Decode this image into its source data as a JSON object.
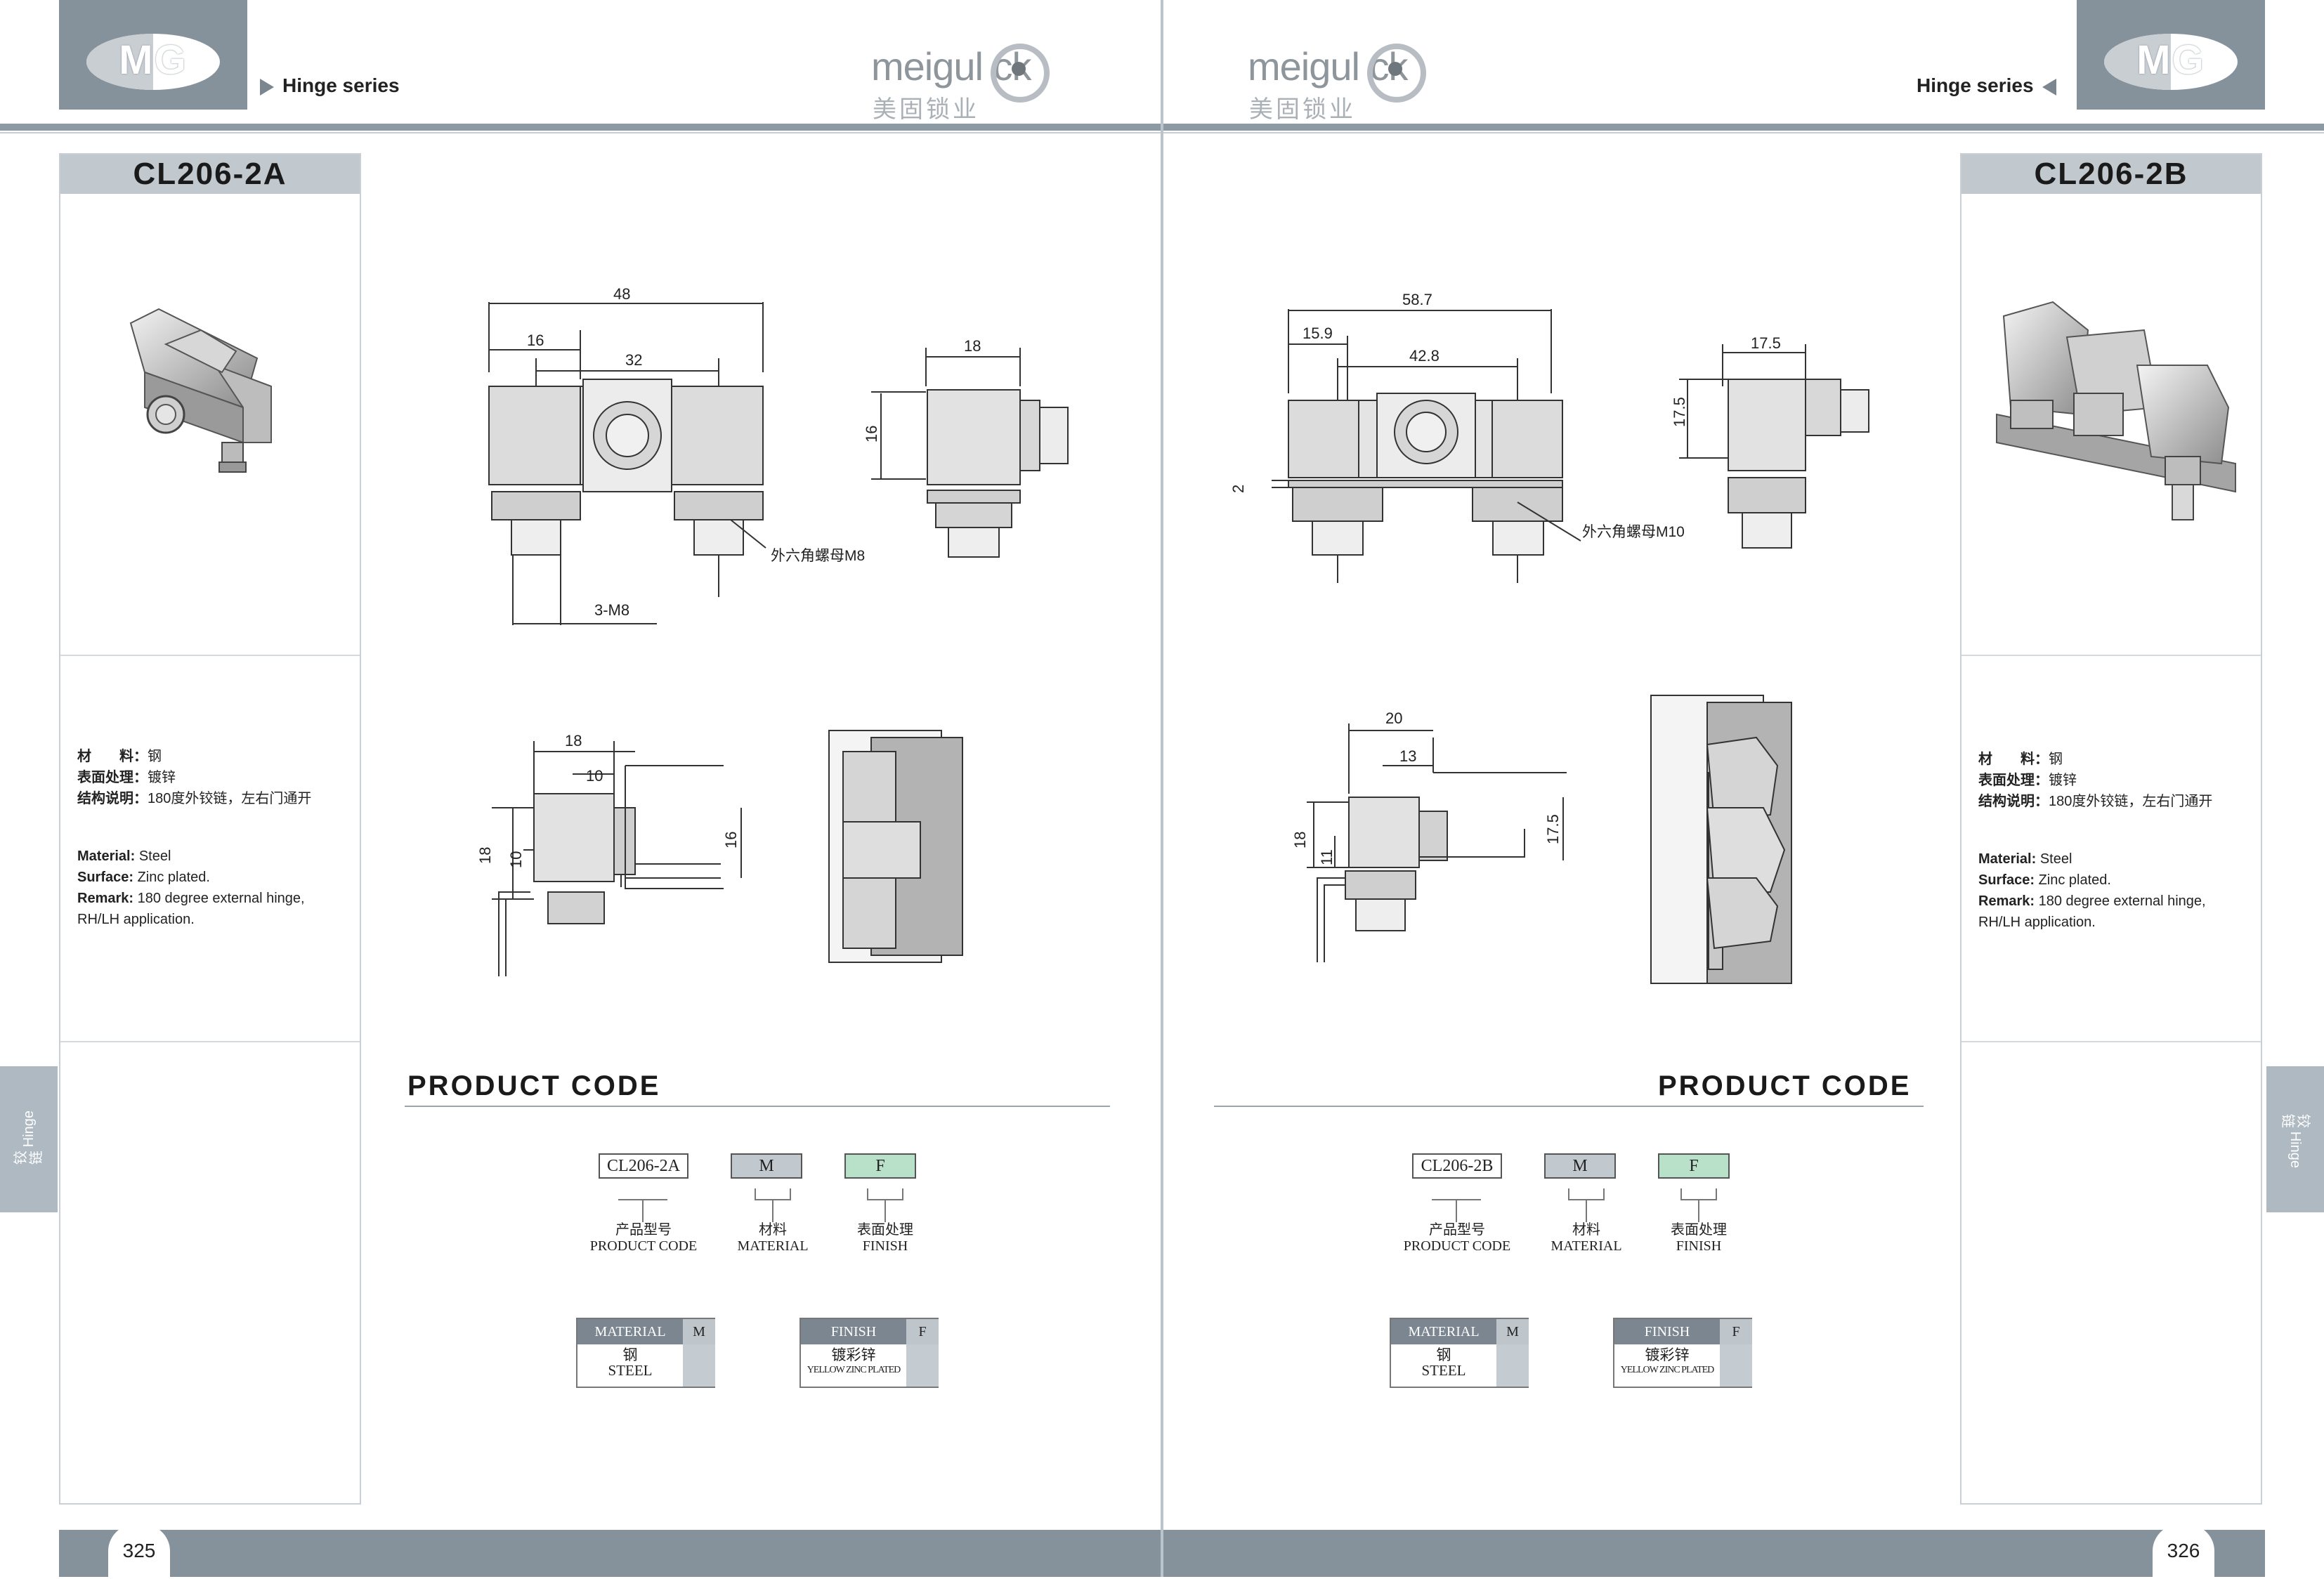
{
  "left": {
    "logo": "MG",
    "series": "Hinge series",
    "brand": {
      "wordmark": "meigul ck",
      "chinese": "美固锁业"
    },
    "sidebar": {
      "title": "CL206-2A",
      "cn_material_label": "材　　料：",
      "cn_material": "钢",
      "cn_surface_label": "表面处理：",
      "cn_surface": "镀锌",
      "cn_remark_label": "结构说明：",
      "cn_remark": "180度外铰链，左右门通开",
      "en_material_label": "Material:",
      "en_material": "Steel",
      "en_surface_label": "Surface:",
      "en_surface": "Zinc plated.",
      "en_remark_label": "Remark:",
      "en_remark_1": "180 degree external hinge,",
      "en_remark_2": "RH/LH application."
    },
    "side_tab": {
      "cn": "铰链",
      "en": "Hinge"
    },
    "page_number": "325",
    "dims": {
      "front": [
        "48",
        "16",
        "32",
        "3-M8"
      ],
      "side": [
        "18",
        "16"
      ],
      "callout": "外六角螺母M8",
      "bottom": [
        "18",
        "10",
        "18",
        "10",
        "16"
      ]
    },
    "product_code": {
      "title": "PRODUCT CODE",
      "boxes": [
        "CL206-2A",
        "M",
        "F"
      ],
      "labels": [
        {
          "cn": "产品型号",
          "en": "PRODUCT CODE"
        },
        {
          "cn": "材料",
          "en": "MATERIAL"
        },
        {
          "cn": "表面处理",
          "en": "FINISH"
        }
      ],
      "material_table": {
        "header": "MATERIAL",
        "key": "M",
        "cn": "钢",
        "en": "STEEL"
      },
      "finish_table": {
        "header": "FINISH",
        "key": "F",
        "cn": "镀彩锌",
        "en": "YELLOW ZINC PLATED"
      }
    }
  },
  "right": {
    "logo": "MG",
    "series": "Hinge series",
    "brand": {
      "wordmark": "meigul ck",
      "chinese": "美固锁业"
    },
    "sidebar": {
      "title": "CL206-2B",
      "cn_material_label": "材　　料：",
      "cn_material": "钢",
      "cn_surface_label": "表面处理：",
      "cn_surface": "镀锌",
      "cn_remark_label": "结构说明：",
      "cn_remark": "180度外铰链，左右门通开",
      "en_material_label": "Material:",
      "en_material": "Steel",
      "en_surface_label": "Surface:",
      "en_surface": "Zinc plated.",
      "en_remark_label": "Remark:",
      "en_remark_1": "180 degree external hinge,",
      "en_remark_2": "RH/LH application."
    },
    "side_tab": {
      "cn": "铰链",
      "en": "Hinge"
    },
    "page_number": "326",
    "dims": {
      "front": [
        "58.7",
        "15.9",
        "42.8",
        "2"
      ],
      "side": [
        "17.5",
        "17.5"
      ],
      "callout": "外六角螺母M10",
      "bottom": [
        "20",
        "13",
        "18",
        "11",
        "17.5"
      ]
    },
    "product_code": {
      "title": "PRODUCT CODE",
      "boxes": [
        "CL206-2B",
        "M",
        "F"
      ],
      "labels": [
        {
          "cn": "产品型号",
          "en": "PRODUCT CODE"
        },
        {
          "cn": "材料",
          "en": "MATERIAL"
        },
        {
          "cn": "表面处理",
          "en": "FINISH"
        }
      ],
      "material_table": {
        "header": "MATERIAL",
        "key": "M",
        "cn": "钢",
        "en": "STEEL"
      },
      "finish_table": {
        "header": "FINISH",
        "key": "F",
        "cn": "镀彩锌",
        "en": "YELLOW ZINC PLATED"
      }
    }
  },
  "colors": {
    "header_gray": "#86929b",
    "material_key": "#bec5cb",
    "finish_box": "#b9e0c8",
    "material_box": "#c1c8ce"
  }
}
